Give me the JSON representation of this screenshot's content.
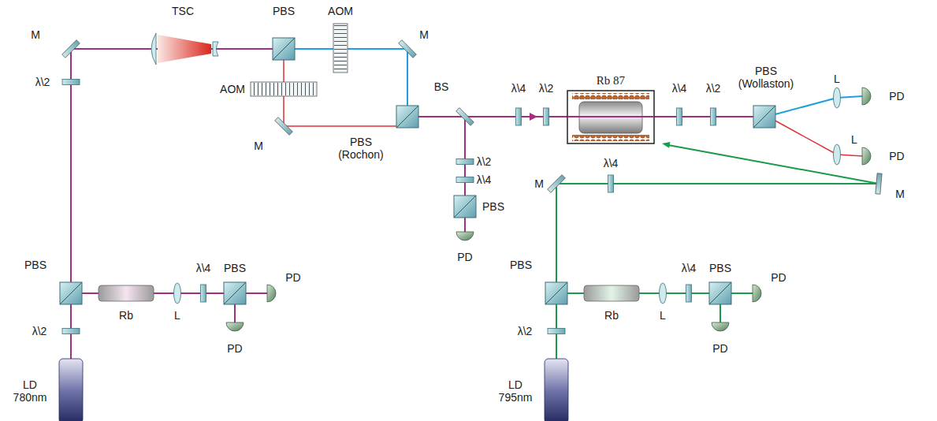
{
  "diagram": {
    "labels": [
      "TSC",
      "PBS",
      "AOM",
      "M",
      "M",
      "λ\\2",
      "AOM",
      "M",
      "PBS (Rochon)",
      "BS",
      "λ\\4",
      "λ\\2",
      "Rb 87",
      "λ\\4",
      "λ\\2",
      "PBS (Wollaston)",
      "L",
      "PD",
      "L",
      "PD",
      "λ\\2",
      "λ\\4",
      "PBS",
      "PD",
      "M",
      "λ\\4",
      "M",
      "PBS",
      "λ\\4",
      "PBS",
      "PD",
      "λ\\2",
      "Rb",
      "L",
      "PD",
      "LD 780nm",
      "PBS",
      "λ\\4",
      "PBS",
      "PD",
      "λ\\2",
      "Rb",
      "L",
      "PD",
      "LD 795nm"
    ]
  }
}
